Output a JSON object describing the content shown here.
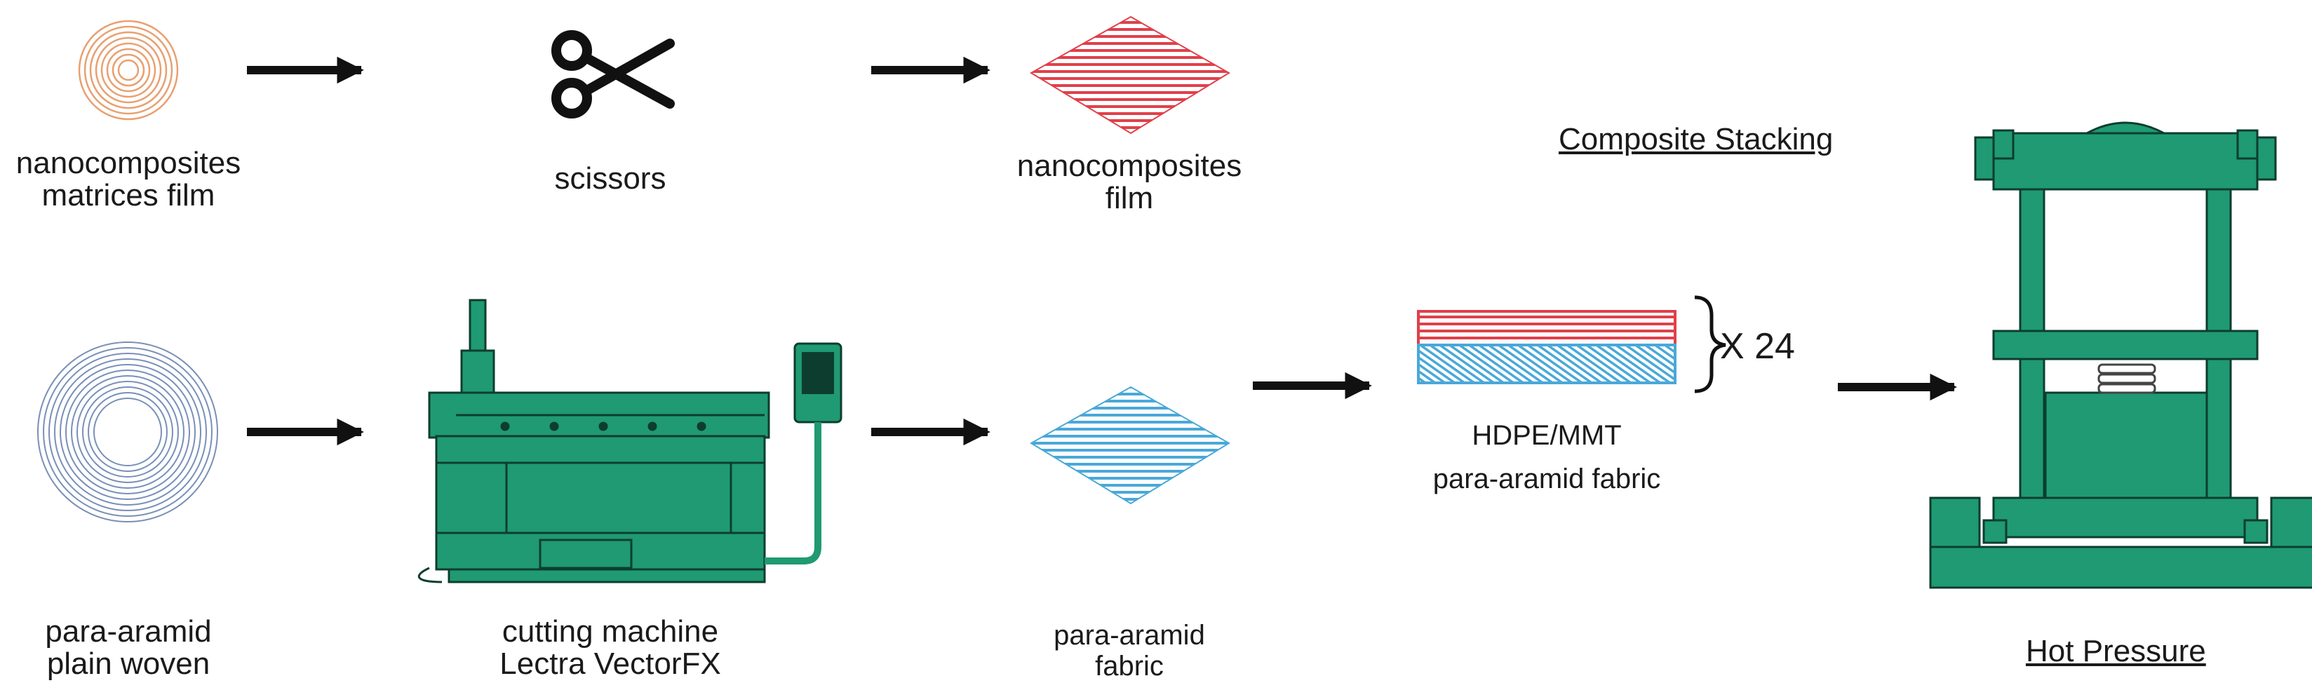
{
  "diagram": {
    "nodes": {
      "matrix_film": {
        "line1": "nanocomposites",
        "line2": "matrices film"
      },
      "scissors": {
        "label": "scissors"
      },
      "nano_film": {
        "line1": "nanocomposites",
        "line2": "film"
      },
      "para_woven": {
        "line1": "para-aramid",
        "line2": "plain woven"
      },
      "cutting_machine": {
        "line1": "cutting machine",
        "line2": "Lectra VectorFX"
      },
      "para_fabric": {
        "line1": "para-aramid",
        "line2": "fabric"
      },
      "stack": {
        "multiplier": "X 24",
        "line1": "HDPE/MMT",
        "line2": "para-aramid fabric"
      }
    },
    "headings": {
      "stacking": "Composite Stacking",
      "pressure": "Hot Pressure"
    },
    "colors": {
      "film_orange": "#e8a070",
      "film_red": "#e0404a",
      "fabric_blue": "#4aa8d8",
      "woven_blue": "#7a8fb8",
      "machine_green": "#1f9a72",
      "arrow": "#111111"
    }
  }
}
